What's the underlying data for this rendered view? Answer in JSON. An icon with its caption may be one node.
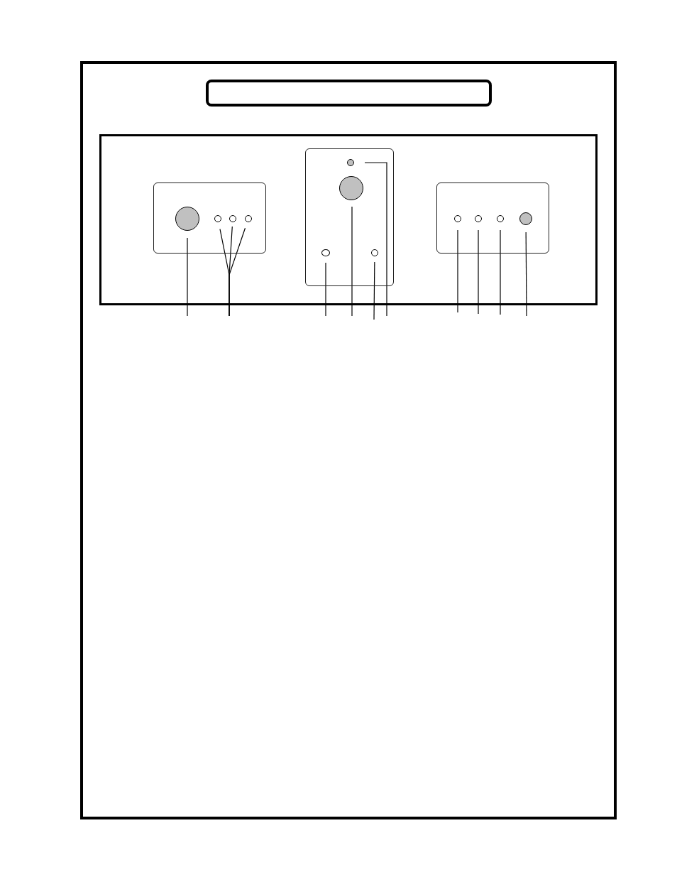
{
  "diagram": {
    "nodes": [
      {
        "text": [],
        "shape": "box"
      },
      {
        "text": [],
        "shape": "box"
      },
      {
        "text": [],
        "shape": "box",
        "in": 1
      },
      {
        "text": [],
        "shape": "box",
        "in": 1
      },
      {
        "text": [],
        "shape": "box",
        "in": 1
      },
      {
        "text": [],
        "shape": "circle",
        "in": 2
      },
      {
        "text": [],
        "shape": "circle",
        "in": 2
      },
      {
        "text": [],
        "shape": "circle",
        "in": 2
      },
      {
        "text": [],
        "shape": "circle",
        "in": 2
      },
      {
        "text": [],
        "shape": "circle",
        "in": 3
      },
      {
        "text": [],
        "shape": "circle",
        "in": 3
      },
      {
        "text": [],
        "shape": "circle",
        "in": 3
      },
      {
        "text": [],
        "shape": "circle",
        "in": 3
      },
      {
        "text": [],
        "shape": "circle",
        "in": 4
      },
      {
        "text": [],
        "shape": "circle",
        "in": 4
      },
      {
        "text": [],
        "shape": "circle",
        "in": 4
      },
      {
        "text": [],
        "shape": "circle",
        "in": 4
      }
    ],
    "edges": [
      {
        "from": null,
        "to": 5,
        "arrow": "none"
      },
      {
        "from": null,
        "to": 6,
        "arrow": "none"
      },
      {
        "from": null,
        "to": 7,
        "arrow": "none"
      },
      {
        "from": null,
        "to": 8,
        "arrow": "none"
      },
      {
        "from": null,
        "to": 11,
        "arrow": "none"
      },
      {
        "from": null,
        "to": 10,
        "arrow": "none"
      },
      {
        "from": null,
        "to": 12,
        "arrow": "none"
      },
      {
        "from": null,
        "to": 9,
        "arrow": "none"
      },
      {
        "from": null,
        "to": 13,
        "arrow": "none"
      },
      {
        "from": null,
        "to": 14,
        "arrow": "none"
      },
      {
        "from": null,
        "to": 15,
        "arrow": "none"
      },
      {
        "from": null,
        "to": 16,
        "arrow": "none"
      }
    ]
  }
}
